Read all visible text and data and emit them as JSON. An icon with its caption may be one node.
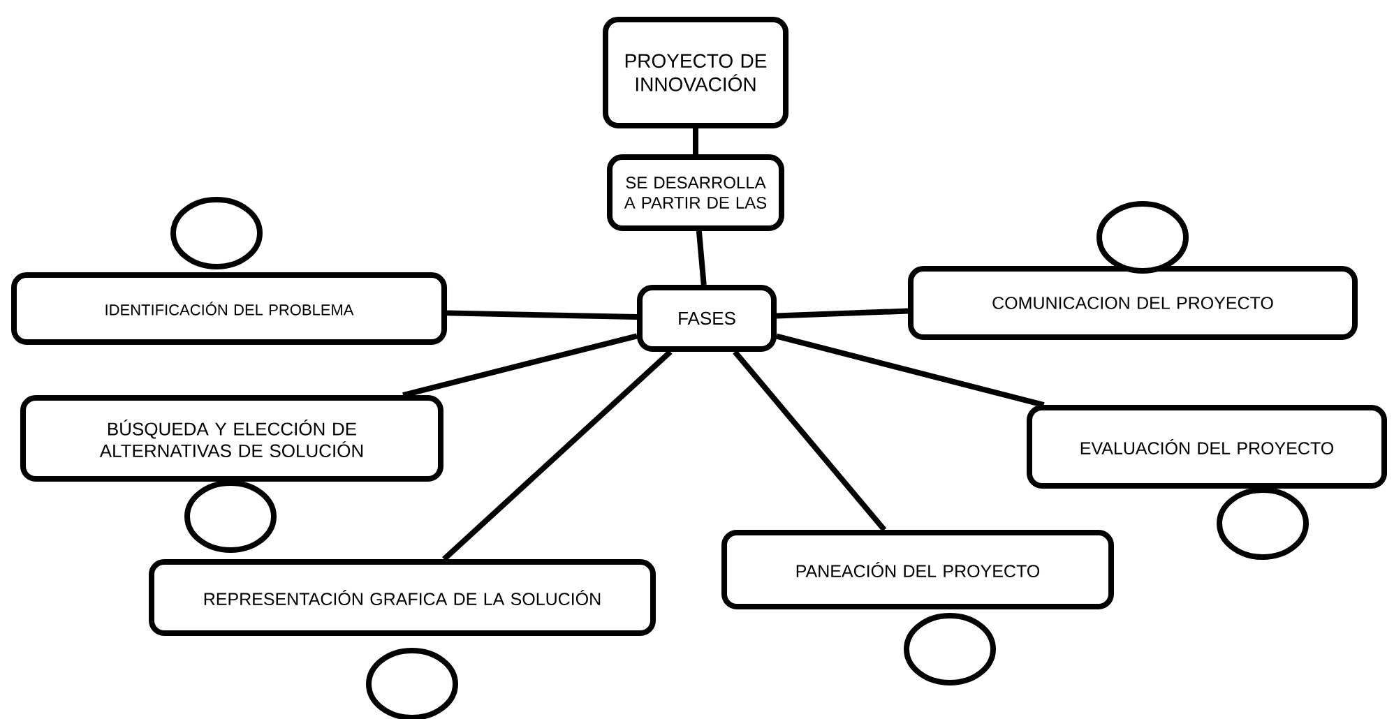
{
  "diagram": {
    "nodes": [
      {
        "text": [
          "PROYECTO DE INNOVACIÓN"
        ]
      },
      {
        "text": [
          "SE DESARROLLA A PARTIR DE LAS"
        ]
      },
      {
        "text": [
          "FASES"
        ]
      },
      {
        "text": [
          "IDENTIFICACIÓN DEL PROBLEMA"
        ]
      },
      {
        "text": [
          "BÚSQUEDA Y ELECCIÓN DE ALTERNATIVAS DE SOLUCIÓN"
        ]
      },
      {
        "text": [
          "REPRESENTACIÓN GRAFICA DE LA SOLUCIÓN"
        ]
      },
      {
        "text": [
          "PANEACIÓN DEL PROYECTO"
        ]
      },
      {
        "text": [
          "EVALUACIÓN DEL PROYECTO"
        ]
      },
      {
        "text": [
          "COMUNICACION DEL PROYECTO"
        ]
      },
      {
        "text": [],
        "shape": "circle"
      },
      {
        "text": [],
        "shape": "circle"
      },
      {
        "text": [],
        "shape": "circle"
      },
      {
        "text": [],
        "shape": "circle"
      },
      {
        "text": [],
        "shape": "circle"
      },
      {
        "text": [],
        "shape": "circle"
      }
    ],
    "edges": [
      {
        "from": 0,
        "to": 1,
        "arrow": "none"
      },
      {
        "from": 1,
        "to": 2,
        "arrow": "none"
      },
      {
        "from": 2,
        "to": 3,
        "arrow": "none"
      },
      {
        "from": 2,
        "to": 4,
        "arrow": "none"
      },
      {
        "from": 2,
        "to": 5,
        "arrow": "none"
      },
      {
        "from": 2,
        "to": 6,
        "arrow": "none"
      },
      {
        "from": 2,
        "to": 7,
        "arrow": "none"
      },
      {
        "from": 2,
        "to": 8,
        "arrow": "none"
      }
    ]
  }
}
